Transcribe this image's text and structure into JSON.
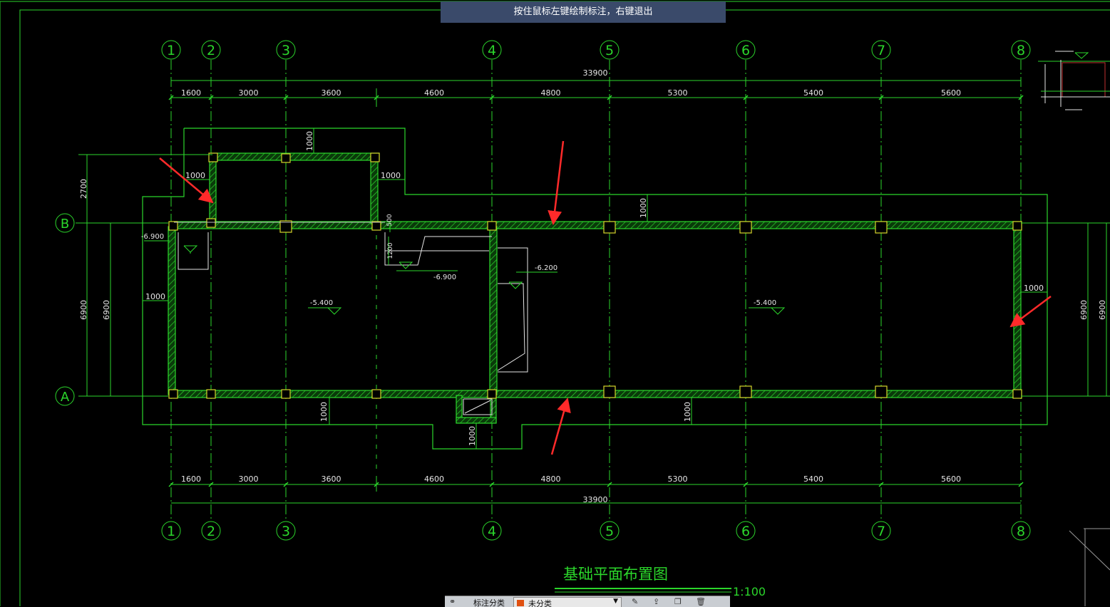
{
  "tooltip": "按住鼠标左键绘制标注，右键退出",
  "axes_top": [
    "1",
    "2",
    "3",
    "4",
    "5",
    "6",
    "7",
    "8"
  ],
  "axes_bottom": [
    "1",
    "2",
    "3",
    "4",
    "5",
    "6",
    "7",
    "8"
  ],
  "row_axes": [
    "B",
    "A"
  ],
  "total_dim": "33900",
  "span_dims": [
    "1600",
    "3000",
    "3600",
    "4600",
    "4800",
    "5300",
    "5400",
    "5600"
  ],
  "vertical_dims": {
    "left_top": "2700",
    "left_outer": "6900",
    "left_inner": "6900",
    "right_inner": "6900",
    "right_outer": "6900"
  },
  "offset_dims": {
    "top_notch": "1000",
    "left_notch": "1000",
    "right_notch": "1000",
    "top_main": "1000",
    "left_wall": "1000",
    "right_wall": "1000",
    "bottom_left": "1000",
    "bottom_right": "1000",
    "bottom_notch": "1000",
    "step_500": "500",
    "pit_1200": "1200"
  },
  "elevations": {
    "pit_left": "-6.900",
    "pit_middle": "-6.900",
    "ramp": "-6.200",
    "room_left": "-5.400",
    "room_right": "-5.400"
  },
  "title": "基础平面布置图",
  "scale": "1:100",
  "toolbar": {
    "label": "标注分类",
    "selected": "未分类"
  },
  "colors": {
    "grid": "#2bd62b",
    "wall": "#2bd62b",
    "column": "#d6d62b",
    "annotation": "#ff2a2a",
    "tooltip_bg": "#3a4a6a"
  }
}
